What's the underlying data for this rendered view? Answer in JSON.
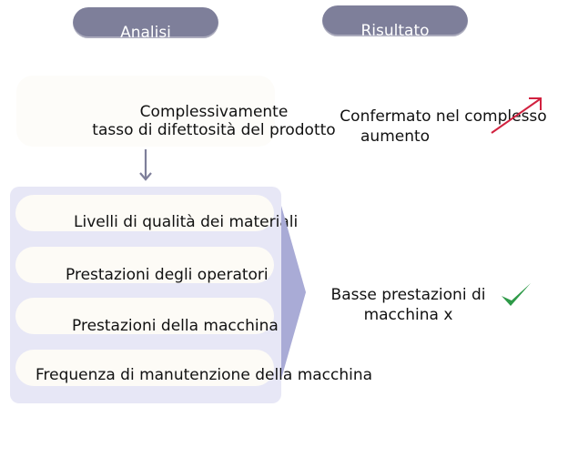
{
  "headers": {
    "analysis": "Analisi",
    "result": "Risultato"
  },
  "summary": {
    "line1": "Complessivamente",
    "line2": "tasso di difettosità del prodotto"
  },
  "factors": [
    "Livelli di qualità dei materiali",
    "Prestazioni degli operatori",
    "Prestazioni della macchina",
    "Frequenza di manutenzione della macchina"
  ],
  "results": {
    "trend_line1": "Confermato nel complesso",
    "trend_line2": "aumento",
    "cause_line1": "Basse prestazioni di",
    "cause_line2": "macchina x"
  },
  "icons": {
    "trend": "trend-up-arrow-icon",
    "check": "checkmark-icon"
  },
  "colors": {
    "header": "#7e7f9a",
    "panel": "#e7e7f6",
    "trend": "#d1213f",
    "check": "#2e9a48",
    "connector": "#a9abd6"
  }
}
